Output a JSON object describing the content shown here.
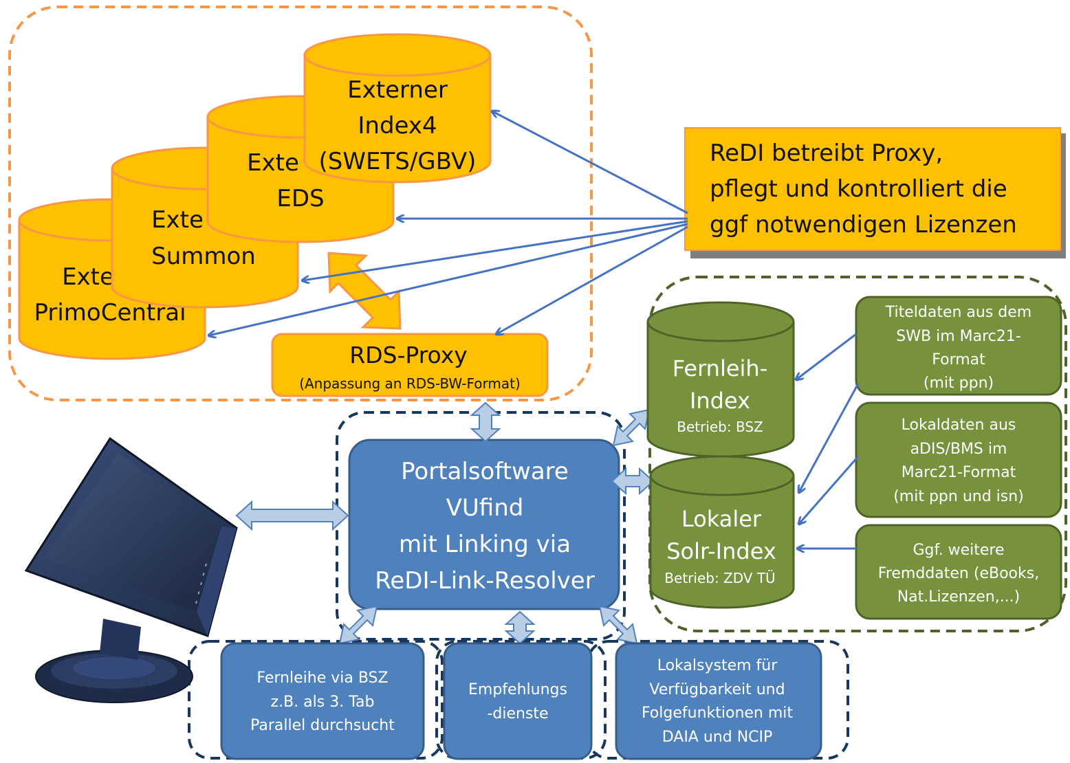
{
  "colors": {
    "orange_fill": "#FFC000",
    "orange_dash": "#F79646",
    "blue_box": "#4F81BD",
    "blue_arrow": "#4472C4",
    "green_box": "#76923C",
    "green_dash": "#4F6228",
    "navy_dash": "#17375E",
    "light_arrow": "#B9CDE5"
  },
  "external_indexes": [
    {
      "line1": "Exte",
      "line2": "PrimoCentral"
    },
    {
      "line1": "Exte",
      "line2": "Summon"
    },
    {
      "line1": "Exte",
      "line2": "EDS"
    },
    {
      "line1": "Externer",
      "line2": "Index4",
      "line3": "(SWETS/GBV)"
    }
  ],
  "rds_proxy": {
    "title": "RDS-Proxy",
    "subtitle": "(Anpassung an RDS-BW-Format)"
  },
  "redi_box": {
    "lines": [
      "ReDI betreibt Proxy,",
      "pflegt und kontrolliert die",
      "ggf  notwendigen Lizenzen"
    ]
  },
  "portal": {
    "lines": [
      "Portalsoftware",
      "VUfind",
      "mit Linking via",
      "ReDI-Link-Resolver"
    ]
  },
  "fernleih_index": {
    "line1": "Fernleih-",
    "line2": "Index",
    "line3": "Betrieb: BSZ"
  },
  "lokaler_index": {
    "line1": "Lokaler",
    "line2": "Solr-Index",
    "line3": "Betrieb: ZDV TÜ"
  },
  "data_sources": [
    {
      "lines": [
        "Titeldaten aus dem",
        "SWB im Marc21-",
        "Format",
        "(mit ppn)"
      ]
    },
    {
      "lines": [
        "Lokaldaten aus",
        "aDIS/BMS im",
        "Marc21-Format",
        "(mit ppn und isn)"
      ]
    },
    {
      "lines": [
        "Ggf. weitere",
        "Fremddaten  (eBooks,",
        "Nat.Lizenzen,...)"
      ]
    }
  ],
  "bottom_services": [
    {
      "lines": [
        "Fernleihe via BSZ",
        "z.B. als 3. Tab",
        "Parallel durchsucht"
      ]
    },
    {
      "lines": [
        "Empfehlungs",
        "-dienste"
      ]
    },
    {
      "lines": [
        "Lokalsystem für",
        "Verfügbarkeit  und",
        "Folgefunktionen mit",
        "DAIA und NCIP"
      ]
    }
  ]
}
